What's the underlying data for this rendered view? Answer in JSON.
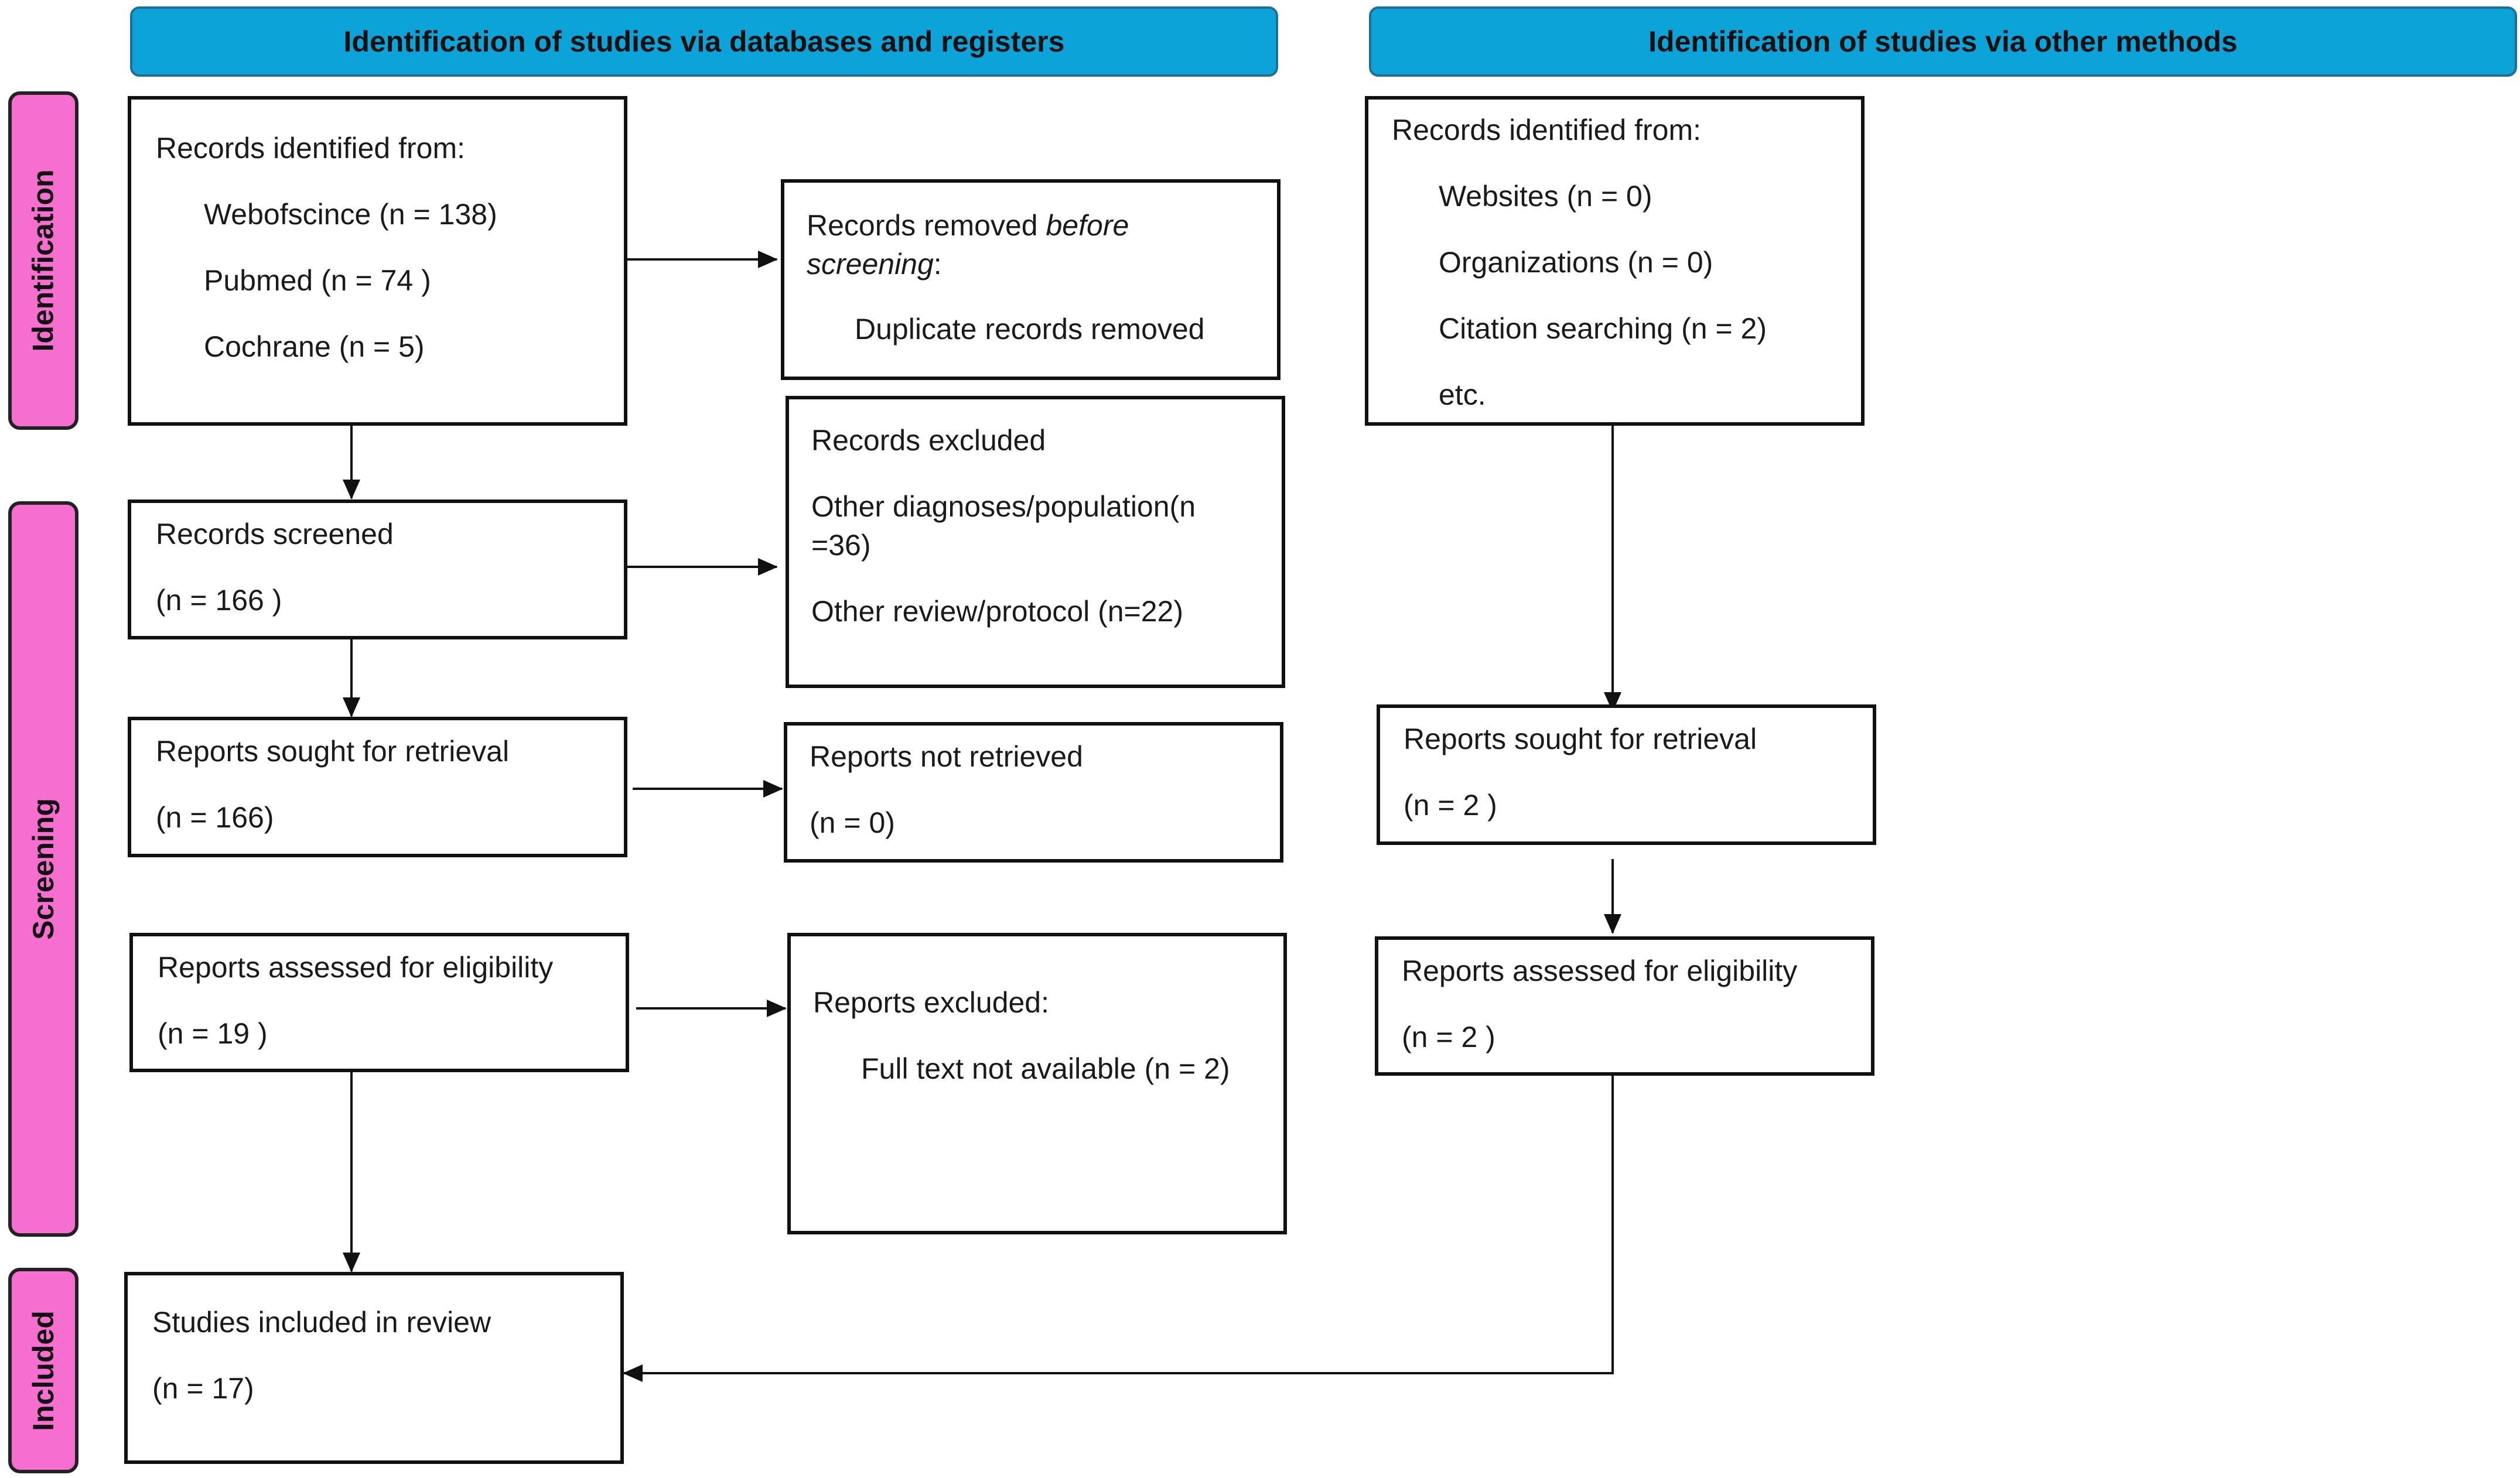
{
  "headers": {
    "databases": "Identification of studies via databases and registers",
    "other": "Identification of studies via other methods"
  },
  "phases": {
    "identification": "Identification",
    "screening": "Screening",
    "included": "Included"
  },
  "db": {
    "records_identified": {
      "title": "Records identified from:",
      "items": [
        "Webofscince (n = 138)",
        "Pubmed (n = 74 )",
        "Cochrane (n = 5)"
      ]
    },
    "records_removed": {
      "prefix": "Records removed ",
      "emph": "before screening",
      "suffix": ":",
      "item": "Duplicate records removed"
    },
    "records_screened": {
      "title": "Records screened",
      "count": "(n = 166 )"
    },
    "records_excluded": {
      "title": "Records excluded",
      "items": [
        "Other diagnoses/population(n =36)",
        "Other review/protocol (n=22)"
      ]
    },
    "reports_sought": {
      "title": "Reports sought for retrieval",
      "count": "(n = 166)"
    },
    "reports_not_retrieved": {
      "title": "Reports not retrieved",
      "count": "(n = 0)"
    },
    "reports_assessed": {
      "title": "Reports assessed for eligibility",
      "count": "(n = 19 )"
    },
    "reports_excluded": {
      "title": "Reports excluded:",
      "item": "Full text not available (n = 2)"
    },
    "studies_included": {
      "title": "Studies included in review",
      "count": "(n = 17)"
    }
  },
  "other": {
    "records_identified": {
      "title": "Records identified from:",
      "items": [
        "Websites (n = 0)",
        "Organizations (n = 0)",
        "Citation searching (n = 2)",
        "etc."
      ]
    },
    "reports_sought": {
      "title": "Reports sought for retrieval",
      "count": "(n = 2 )"
    },
    "reports_assessed": {
      "title": "Reports assessed for eligibility",
      "count": "(n = 2 )"
    }
  }
}
